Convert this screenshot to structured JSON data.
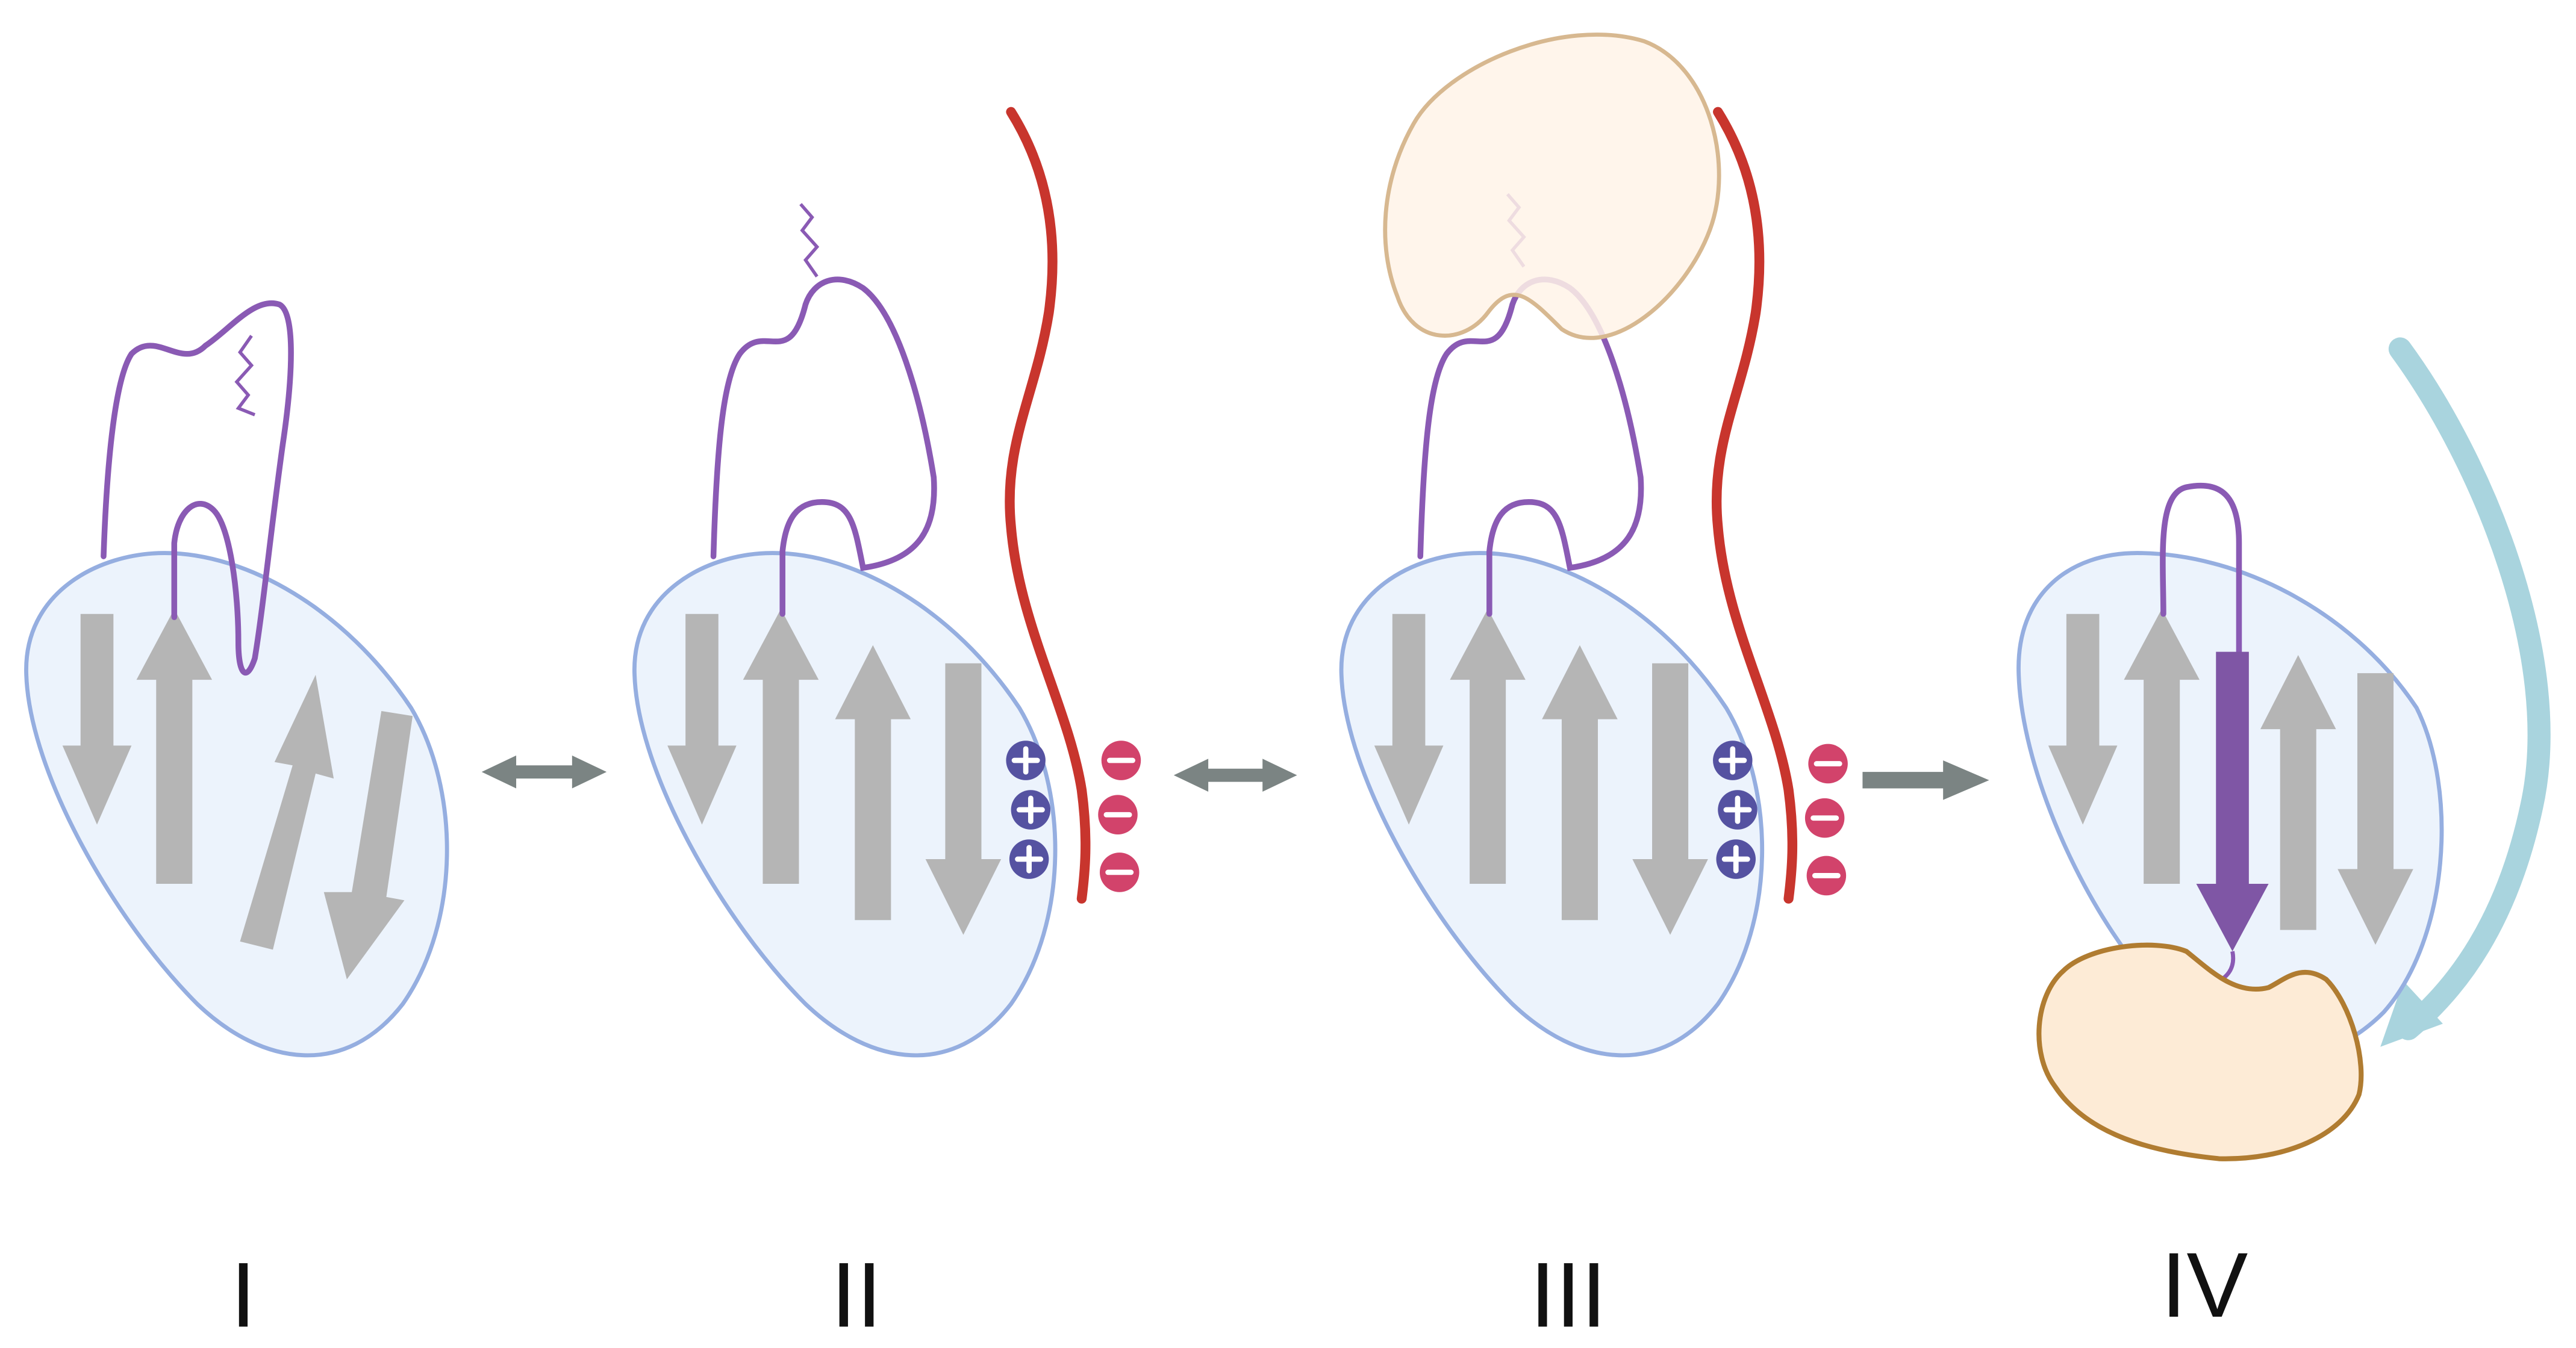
{
  "stages": [
    {
      "label": "I"
    },
    {
      "label": "II"
    },
    {
      "label": "III"
    },
    {
      "label": "IV"
    }
  ],
  "transitions": [
    "reversible",
    "reversible",
    "irreversible"
  ],
  "charges": {
    "protein_side": "+",
    "membrane_side": "−"
  },
  "colors": {
    "domain_fill": "#ecf3fc",
    "domain_stroke": "#95aee0",
    "strand": "#b5b5b5",
    "loop": "#8a5ab4",
    "membrane": "#c8352d",
    "positive_charge": "#5552a1",
    "negative_charge": "#d2436b",
    "partner_fill": "#fdebd6",
    "partner_stroke": "#b07c31",
    "bound_partner_fill": "#fff3e8",
    "bound_partner_stroke": "#d7b890",
    "rotation_arrow": "#a9d4de",
    "equilibrium_arrow": "#7b8483"
  }
}
